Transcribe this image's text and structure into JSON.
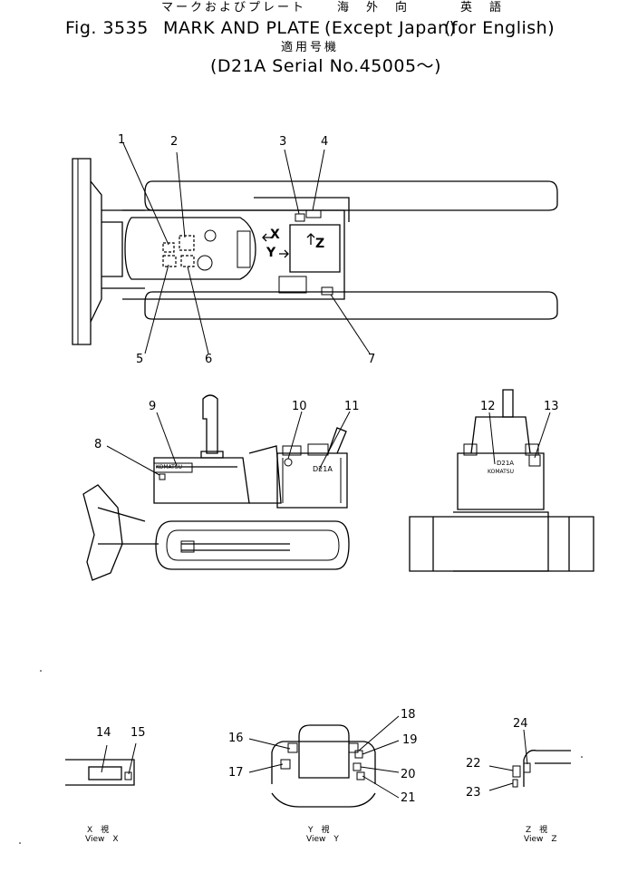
{
  "header": {
    "jp_title": "マークおよびプレート",
    "jp_paren1": "海　外　向",
    "jp_paren2": "英　語",
    "fig_label": "Fig. 3535",
    "title": "MARK AND PLATE",
    "paren1": "Except Japan",
    "paren2": "for English",
    "jp_serial_label": "適用号機",
    "serial": "D21A Serial No.45005～"
  },
  "views": {
    "top_x_arrow": "X",
    "top_y_arrow": "Y",
    "top_z_arrow": "Z",
    "view_x": {
      "jp": "X　視",
      "en": "View　X"
    },
    "view_y": {
      "jp": "Y　視",
      "en": "View　Y"
    },
    "view_z": {
      "jp": "Z　視",
      "en": "View　Z"
    }
  },
  "plate_texts": {
    "side_komatsu": "KOMATSU",
    "side_model": "D21A",
    "rear_model": "D21A",
    "rear_komatsu": "KOMATSU"
  },
  "callouts": [
    "1",
    "2",
    "3",
    "4",
    "5",
    "6",
    "7",
    "8",
    "9",
    "10",
    "11",
    "12",
    "13",
    "14",
    "15",
    "16",
    "17",
    "18",
    "19",
    "20",
    "21",
    "22",
    "23",
    "24"
  ]
}
